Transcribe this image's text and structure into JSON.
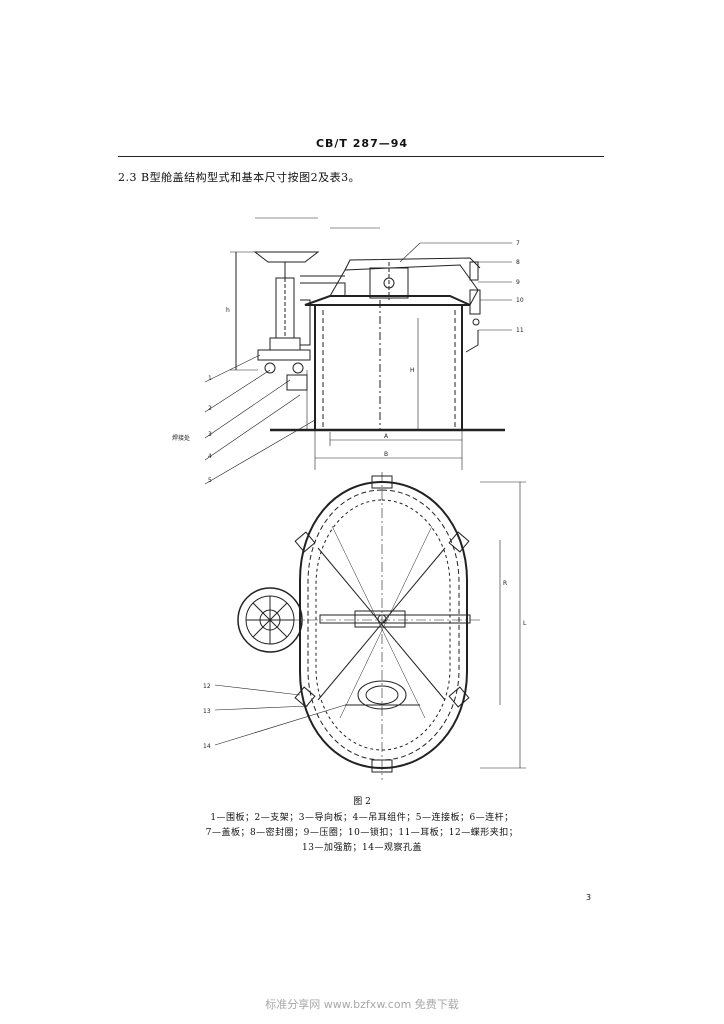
{
  "document": {
    "standard_header": "CB/T 287—94",
    "clause_text": "2.3  B型舱盖结构型式和基本尺寸按图2及表3。",
    "figure_caption": "图 2",
    "legend_lines": [
      "1—围板；2—支架；3—导向板；4—吊耳组件；5—连接板；6—连杆；",
      "7—盖板；8—密封圈；9—压圈；10—锁扣；11—耳板；12—蝶形夹扣；",
      "13—加强筋；14—观察孔盖"
    ],
    "page_number": "3",
    "watermark": "标准分享网 www.bzfxw.com 免费下载"
  },
  "drawing_labels": {
    "elevation_left": [
      "1",
      "2",
      "3",
      "4",
      "5"
    ],
    "elevation_right": [
      "7",
      "8",
      "9",
      "10",
      "11"
    ],
    "weld_note": "焊接处",
    "plan_left": [
      "12",
      "13",
      "14"
    ],
    "dims": [
      "L",
      "H",
      "B",
      "A",
      "R",
      "h"
    ]
  }
}
